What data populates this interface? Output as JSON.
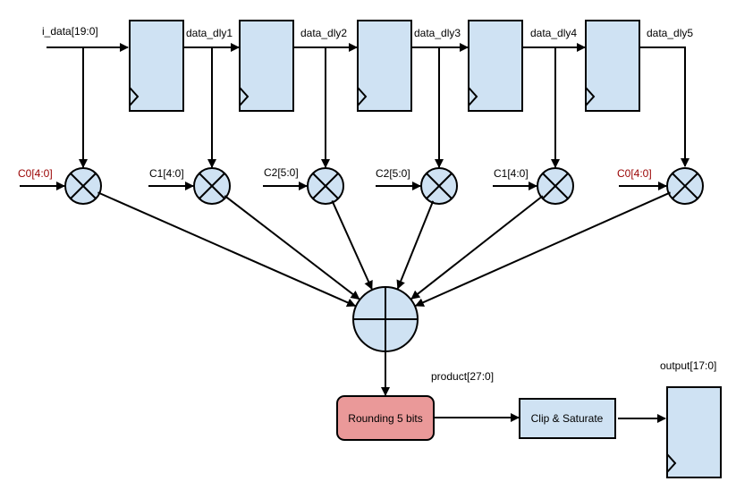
{
  "input_label": "i_data[19:0]",
  "delay_labels": [
    "data_dly1",
    "data_dly2",
    "data_dly3",
    "data_dly4",
    "data_dly5"
  ],
  "coefficients": [
    {
      "label": "C0[4:0]",
      "highlight": true
    },
    {
      "label": "C1[4:0]",
      "highlight": false
    },
    {
      "label": "C2[5:0]",
      "highlight": false
    },
    {
      "label": "C2[5:0]",
      "highlight": false
    },
    {
      "label": "C1[4:0]",
      "highlight": false
    },
    {
      "label": "C0[4:0]",
      "highlight": true
    }
  ],
  "product_label": "product[27:0]",
  "rounding_label": "Rounding 5 bits",
  "clip_label": "Clip & Saturate",
  "output_label": "output[17:0]",
  "colors": {
    "block_fill": "#cfe2f3",
    "rounding_fill": "#ea9999",
    "coef_highlight": "#990000"
  }
}
